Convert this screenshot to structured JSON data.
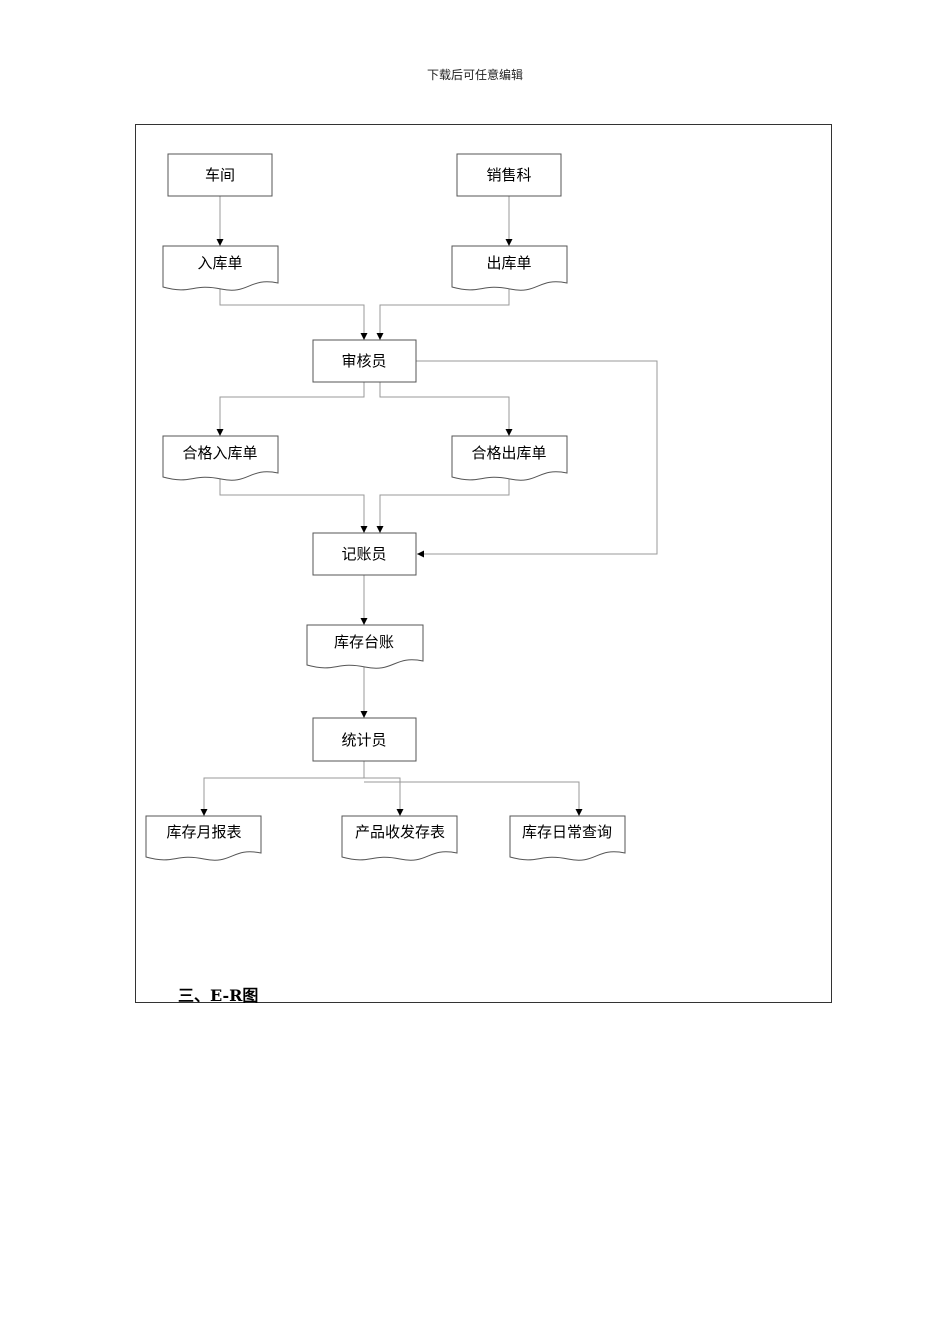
{
  "header": {
    "text": "下载后可任意编辑"
  },
  "nodes": {
    "workshop": "车间",
    "sales_dept": "销售科",
    "inbound_slip": "入库单",
    "outbound_slip": "出库单",
    "auditor": "审核员",
    "qualified_inbound_slip": "合格入库单",
    "qualified_outbound_slip": "合格出库单",
    "bookkeeper": "记账员",
    "inventory_ledger": "库存台账",
    "statistician": "统计员",
    "monthly_inventory_report": "库存月报表",
    "product_io_report": "产品收发存表",
    "daily_inventory_query": "库存日常查询"
  },
  "section": {
    "heading": "三、E-R图"
  },
  "colors": {
    "line": "#999999",
    "box_border": "#555555",
    "arrow": "#000000"
  }
}
